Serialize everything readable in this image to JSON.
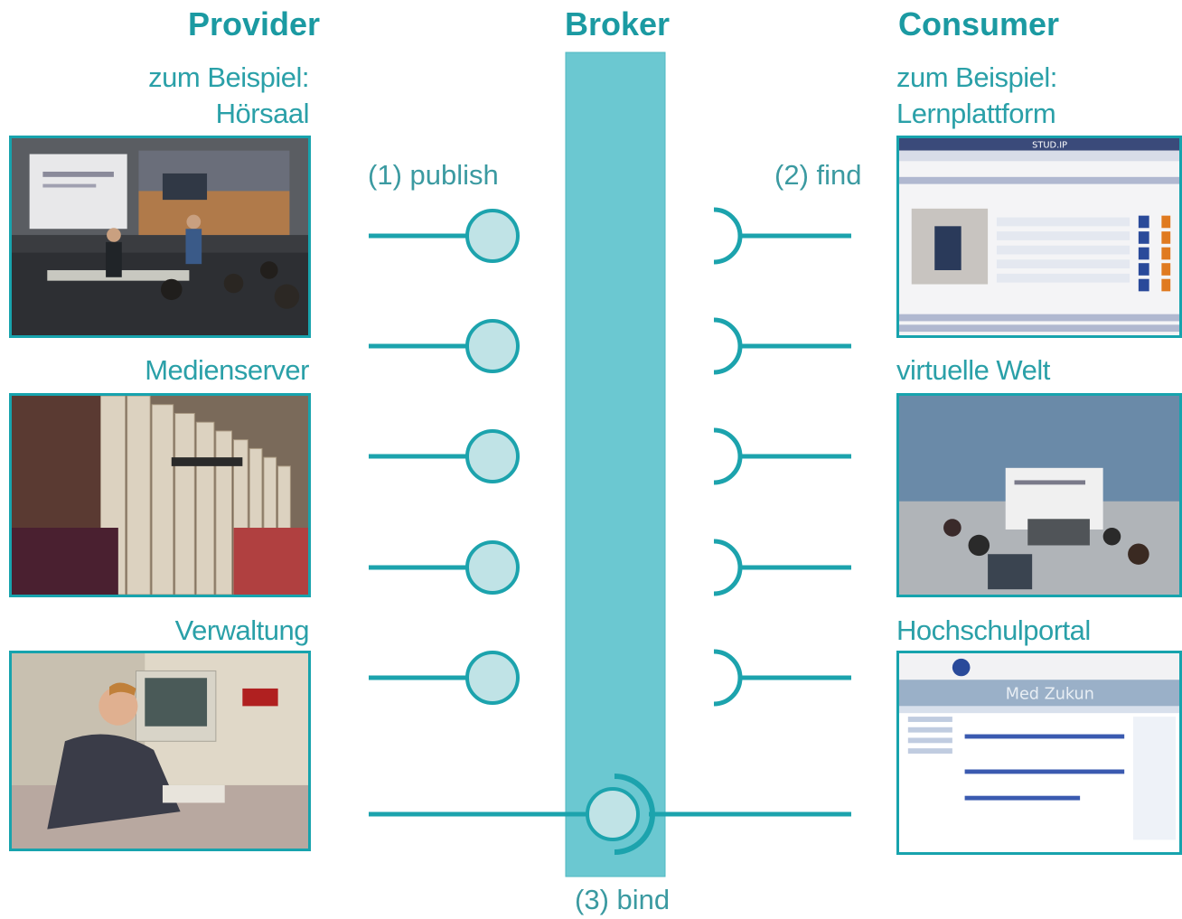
{
  "headers": {
    "provider": "Provider",
    "broker": "Broker",
    "consumer": "Consumer"
  },
  "provider": {
    "example_prefix": "zum Beispiel:",
    "items": [
      "Hörsaal",
      "Medienserver",
      "Verwaltung"
    ]
  },
  "consumer": {
    "example_prefix": "zum Beispiel:",
    "items": [
      "Lernplattform",
      "virtuelle Welt",
      "Hochschulportal"
    ]
  },
  "steps": {
    "publish": "(1) publish",
    "find": "(2) find",
    "bind": "(3) bind"
  },
  "screens": {
    "lernplattform_title": "STUD.IP",
    "portal_header": "Med   Zukun"
  },
  "colors": {
    "accent": "#1ca3ad",
    "broker_bar": "#6bc8d1",
    "node_fill": "#c0e3e6",
    "text": "#2aa0a8"
  }
}
